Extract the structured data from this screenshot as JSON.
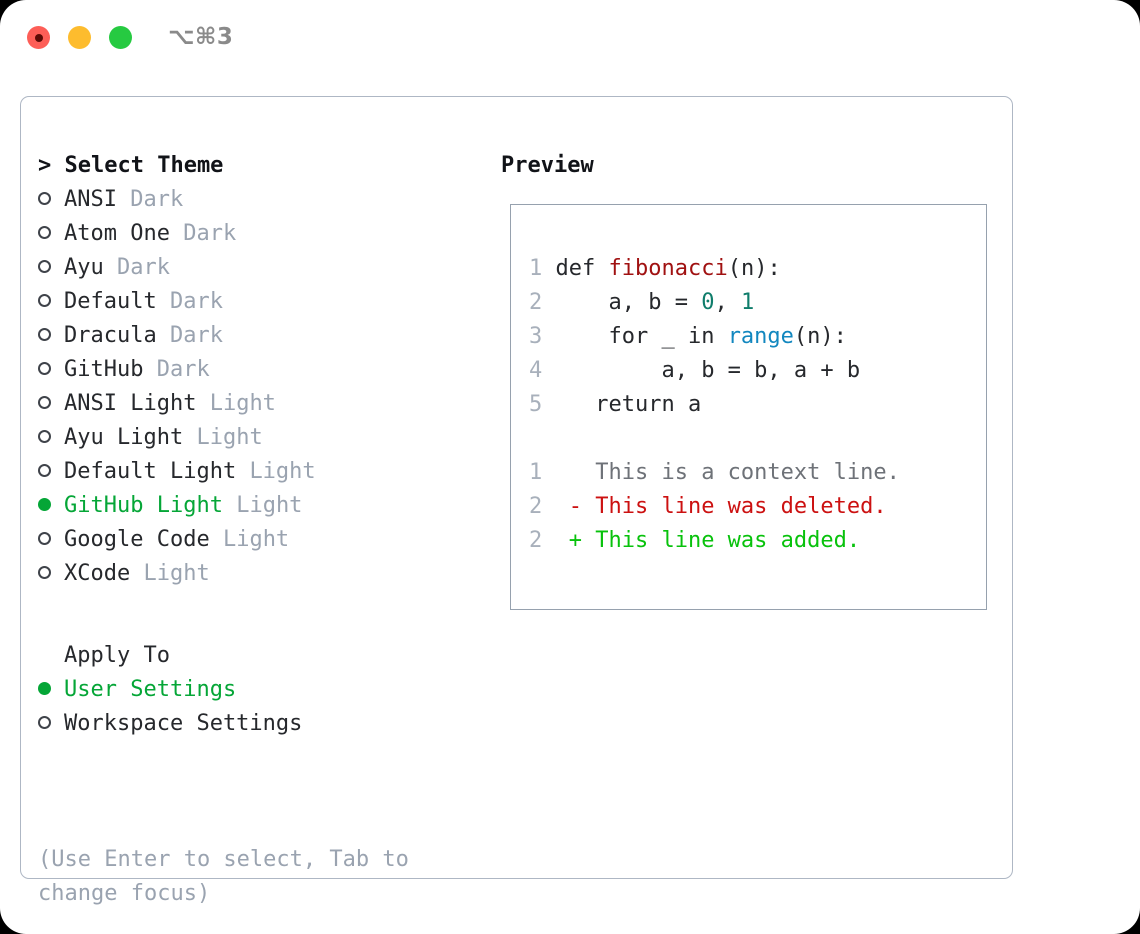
{
  "titlebar": {
    "shortcut": "⌥⌘3",
    "lights": [
      "close",
      "minimize",
      "zoom"
    ]
  },
  "theme_picker": {
    "header": "> Select Theme",
    "items": [
      {
        "marker": "○",
        "name": "ANSI",
        "variant": "Dark",
        "selected": false
      },
      {
        "marker": "○",
        "name": "Atom One",
        "variant": "Dark",
        "selected": false
      },
      {
        "marker": "○",
        "name": "Ayu",
        "variant": "Dark",
        "selected": false
      },
      {
        "marker": "○",
        "name": "Default",
        "variant": "Dark",
        "selected": false
      },
      {
        "marker": "○",
        "name": "Dracula",
        "variant": "Dark",
        "selected": false
      },
      {
        "marker": "○",
        "name": "GitHub",
        "variant": "Dark",
        "selected": false
      },
      {
        "marker": "○",
        "name": "ANSI Light",
        "variant": "Light",
        "selected": false
      },
      {
        "marker": "○",
        "name": "Ayu Light",
        "variant": "Light",
        "selected": false
      },
      {
        "marker": "○",
        "name": "Default Light",
        "variant": "Light",
        "selected": false
      },
      {
        "marker": "●",
        "name": "GitHub Light",
        "variant": "Light",
        "selected": true
      },
      {
        "marker": "○",
        "name": "Google Code",
        "variant": "Light",
        "selected": false
      },
      {
        "marker": "○",
        "name": "XCode",
        "variant": "Light",
        "selected": false
      }
    ]
  },
  "apply_to": {
    "header": "Apply To",
    "items": [
      {
        "marker": "●",
        "name": "User Settings",
        "selected": true
      },
      {
        "marker": "○",
        "name": "Workspace Settings",
        "selected": false
      }
    ]
  },
  "hint": "(Use Enter to select, Tab to change focus)",
  "preview": {
    "title": "Preview",
    "code_lines": [
      {
        "ln": "1",
        "tokens": [
          {
            "t": "def ",
            "c": "plain"
          },
          {
            "t": "fibonacci",
            "c": "fn"
          },
          {
            "t": "(n):",
            "c": "plain"
          }
        ]
      },
      {
        "ln": "2",
        "tokens": [
          {
            "t": "    a, b = ",
            "c": "plain"
          },
          {
            "t": "0",
            "c": "num"
          },
          {
            "t": ", ",
            "c": "plain"
          },
          {
            "t": "1",
            "c": "num"
          }
        ]
      },
      {
        "ln": "3",
        "tokens": [
          {
            "t": "    for _ in ",
            "c": "plain"
          },
          {
            "t": "range",
            "c": "kwf"
          },
          {
            "t": "(n):",
            "c": "plain"
          }
        ]
      },
      {
        "ln": "4",
        "tokens": [
          {
            "t": "        a, b = b, a + b",
            "c": "plain"
          }
        ]
      },
      {
        "ln": "5",
        "tokens": [
          {
            "t": "   return a",
            "c": "plain"
          }
        ]
      }
    ],
    "diff_lines": [
      {
        "ln": "1",
        "marker": " ",
        "text": "This is a context line.",
        "c": "ctx"
      },
      {
        "ln": "2",
        "marker": "-",
        "text": "This line was deleted.",
        "c": "del"
      },
      {
        "ln": "2",
        "marker": "+",
        "text": "This line was added.",
        "c": "add"
      }
    ]
  },
  "colors": {
    "accent_green": "#05a637",
    "muted": "#9aa3b0",
    "text": "#26282c",
    "border": "#aeb7c4",
    "preview_border": "#96a1ae",
    "code_function": "#a01111",
    "code_number": "#0f7d6b",
    "code_builtin": "#1287bf",
    "diff_added": "#08c20c",
    "diff_deleted": "#cc1111",
    "light_red": "#fd5e57",
    "light_yellow": "#fdbc2e",
    "light_green": "#26ca41"
  }
}
